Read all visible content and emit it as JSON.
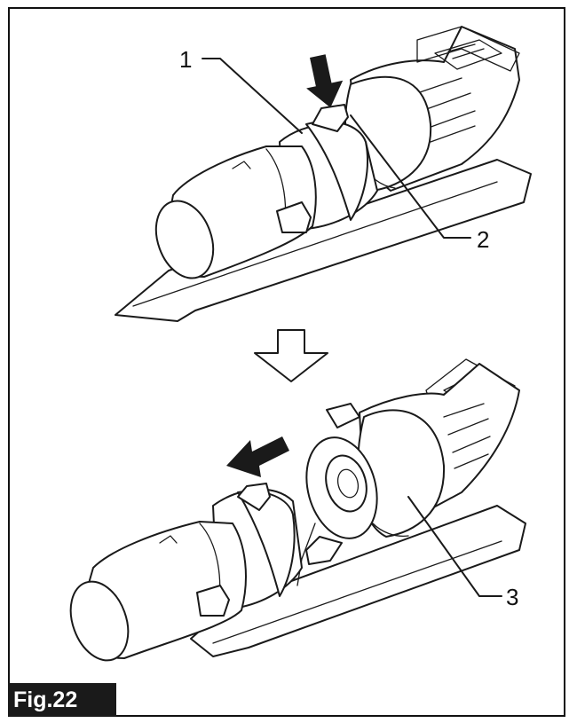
{
  "figure": {
    "label": "Fig.22",
    "callouts": {
      "one": "1",
      "two": "2",
      "three": "3"
    }
  },
  "colors": {
    "line": "#1a1a1a",
    "background": "#ffffff",
    "label_bg": "#1a1a1a",
    "label_text": "#ffffff"
  },
  "icons": {
    "press_arrow": "down-arrow-filled-icon",
    "step_arrow": "down-arrow-outline-icon",
    "remove_arrow": "left-arrow-filled-icon"
  }
}
